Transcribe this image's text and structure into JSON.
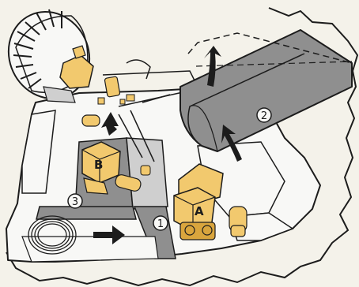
{
  "callouts": {
    "one": "1",
    "two": "2",
    "three": "3"
  },
  "labels": {
    "a": "A",
    "b": "B"
  },
  "colors": {
    "background": "#f4f2ea",
    "outline": "#1c1c1c",
    "panel_gray": "#8f8f8f",
    "panel_light": "#cfcfcf",
    "items_yellow": "#f2c96e",
    "items_shade": "#d9a53d",
    "white_fill": "#f8f8f6"
  },
  "icons": {
    "rotating_drum": "drum-icon",
    "conveyor_belt": "conveyor-icon",
    "coiled_hose": "coil-icon",
    "direction_arrows": "arrow-icon"
  }
}
